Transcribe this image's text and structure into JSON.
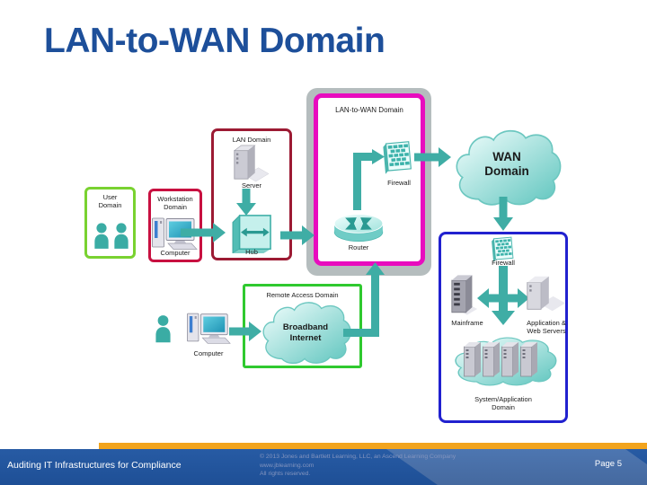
{
  "slide_title": "LAN-to-WAN Domain",
  "diagram": {
    "user_domain": {
      "label": "User\nDomain"
    },
    "workstation_domain": {
      "label": "Workstation\nDomain",
      "computer_label": "Computer"
    },
    "lan_domain": {
      "label": "LAN Domain",
      "server_label": "Server",
      "hub_label": "Hub"
    },
    "lan_to_wan_domain": {
      "label": "LAN-to-WAN Domain",
      "firewall_label": "Firewall",
      "router_label": "Router"
    },
    "wan_domain": {
      "label": "WAN\nDomain"
    },
    "remote_access_domain": {
      "label": "Remote Access Domain",
      "cloud_label": "Broadband\nInternet",
      "computer_label": "Computer"
    },
    "system_application_domain": {
      "label": "System/Application\nDomain",
      "firewall_label": "Firewall",
      "mainframe_label": "Mainframe",
      "app_web_servers_label": "Application &\nWeb Servers"
    }
  },
  "footer": {
    "course_title": "Auditing IT Infrastructures for Compliance",
    "copyright_line1": "© 2013 Jones and Bartlett Learning, LLC, an Ascend Learning Company",
    "copyright_line2": "www.jblearning.com",
    "copyright_line3": "All rights reserved.",
    "page_label": "Page 5"
  },
  "colors": {
    "title_blue": "#1d4f9a",
    "teal": "#3aaca4",
    "user_green": "#79d230",
    "remote_green": "#2fc92f",
    "workstation_red": "#c81040",
    "lan_maroon": "#9c1a33",
    "magenta": "#e80cbe",
    "container_gray": "#b5bdbe",
    "system_blue": "#2121cf",
    "footer_dark_blue": "#1e4f96",
    "footer_light_blue": "#4d76b1",
    "accent_orange": "#f2a41d"
  }
}
